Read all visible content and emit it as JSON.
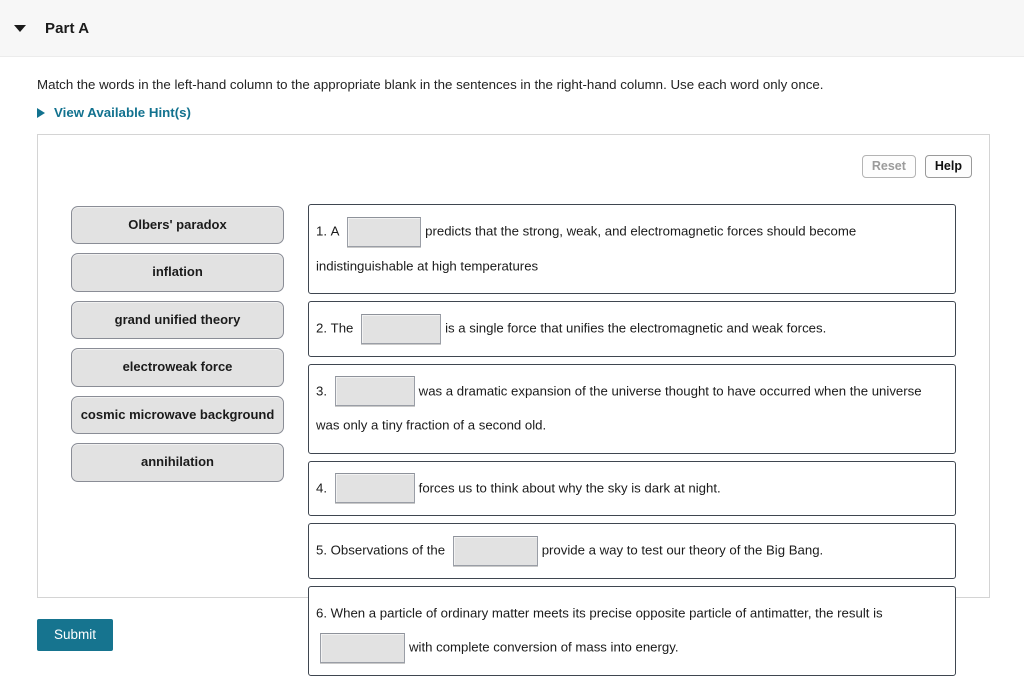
{
  "header": {
    "title": "Part A",
    "disclosure_icon": "triangle-down-icon"
  },
  "instructions": {
    "text": "Match the words in the left-hand column to the appropriate blank in the sentences in the right-hand column. Use each word only once."
  },
  "hints": {
    "label": "View Available Hint(s)",
    "icon": "triangle-right-icon",
    "color": "#12728f"
  },
  "toolbar": {
    "reset_label": "Reset",
    "help_label": "Help"
  },
  "word_bank": {
    "items": [
      {
        "label": "Olbers' paradox"
      },
      {
        "label": "inflation"
      },
      {
        "label": "grand unified theory"
      },
      {
        "label": "electroweak force"
      },
      {
        "label": "cosmic microwave background"
      },
      {
        "label": "annihilation"
      }
    ]
  },
  "sentences": [
    {
      "number": "1.",
      "before": "A",
      "after": "predicts that the strong, weak, and electromagnetic forces should become indistinguishable at high temperatures",
      "blank_width": 74,
      "blank_value": ""
    },
    {
      "number": "2.",
      "before": "The",
      "after": "is a single force that unifies the electromagnetic and weak forces.",
      "blank_width": 80,
      "blank_value": ""
    },
    {
      "number": "3.",
      "before": "",
      "after": "was a dramatic expansion of the universe thought to have occurred when the universe was only a tiny fraction of a second old.",
      "blank_width": 80,
      "blank_value": ""
    },
    {
      "number": "4.",
      "before": "",
      "after": "forces us to think about why the sky is dark at night.",
      "blank_width": 80,
      "blank_value": ""
    },
    {
      "number": "5.",
      "before": "Observations of the",
      "after": "provide a way to test our theory of the Big Bang.",
      "blank_width": 85,
      "blank_value": ""
    },
    {
      "number": "6.",
      "before": "When a particle of ordinary matter meets its precise opposite particle of antimatter, the result is",
      "after": "with complete conversion of mass into energy.",
      "blank_width": 85,
      "blank_value": ""
    }
  ],
  "submit": {
    "label": "Submit",
    "color": "#16748f"
  }
}
